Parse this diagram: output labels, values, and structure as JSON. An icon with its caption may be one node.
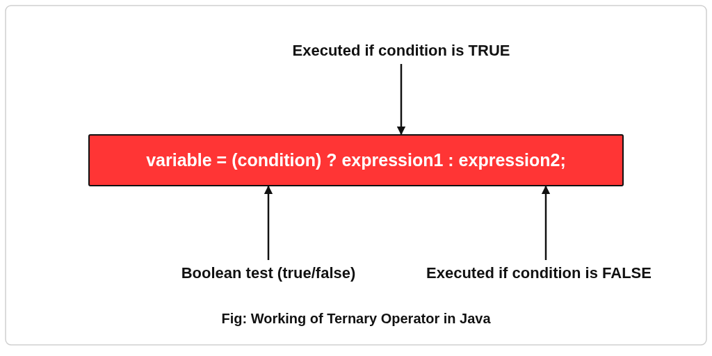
{
  "diagram": {
    "caption": "Fig: Working of Ternary Operator in Java",
    "nodes": [
      {
        "text": [
          "Executed if condition is TRUE"
        ]
      },
      {
        "text": [
          "variable = (condition) ? expression1 : expression2;"
        ]
      },
      {
        "text": [
          "Boolean test (true/false)"
        ]
      },
      {
        "text": [
          "Executed if condition is FALSE"
        ]
      }
    ],
    "edges": [
      {
        "from": 0,
        "to": 1,
        "arrow": "to"
      },
      {
        "from": 2,
        "to": 1,
        "arrow": "to"
      },
      {
        "from": 3,
        "to": 1,
        "arrow": "to"
      }
    ]
  }
}
